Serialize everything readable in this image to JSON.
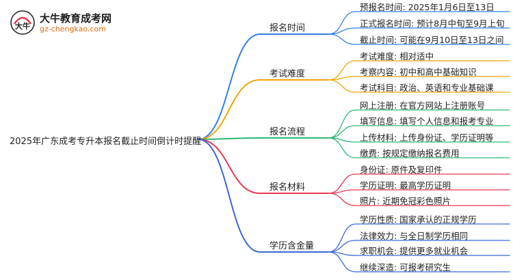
{
  "logo": {
    "name": "大牛教育成考网",
    "url": "gz-chengkao.com",
    "mark_text": "大牛"
  },
  "root": "2025年广东成考专升本报名截止时间倒计时提醒",
  "colors": {
    "branch_1": "#2f7fe8",
    "branch_2": "#f0a500",
    "branch_3": "#2bb673",
    "branch_4": "#e8364f",
    "branch_5": "#3a66d6"
  },
  "branches": [
    {
      "label": "报名时间",
      "leaves": [
        "预报名时间: 2025年1月6日至13日",
        "正式报名时间: 预计8月中旬至9月上旬",
        "截止时间: 可能在9月10日至13日之间"
      ]
    },
    {
      "label": "考试难度",
      "leaves": [
        "考试难度: 相对适中",
        "考察内容: 初中和高中基础知识",
        "考试科目: 政治、英语和专业基础课"
      ]
    },
    {
      "label": "报名流程",
      "leaves": [
        "网上注册: 在官方网站上注册账号",
        "填写信息: 填写个人信息和报考专业",
        "上传材料: 上传身份证、学历证明等",
        "缴费: 按规定缴纳报名费用"
      ]
    },
    {
      "label": "报名材料",
      "leaves": [
        "身份证: 原件及复印件",
        "学历证明: 最高学历证明",
        "照片: 近期免冠彩色照片"
      ]
    },
    {
      "label": "学历含金量",
      "leaves": [
        "学历性质: 国家承认的正规学历",
        "法律效力: 与全日制学历相同",
        "求职机会: 提供更多就业机会",
        "继续深造: 可报考研究生"
      ]
    }
  ]
}
